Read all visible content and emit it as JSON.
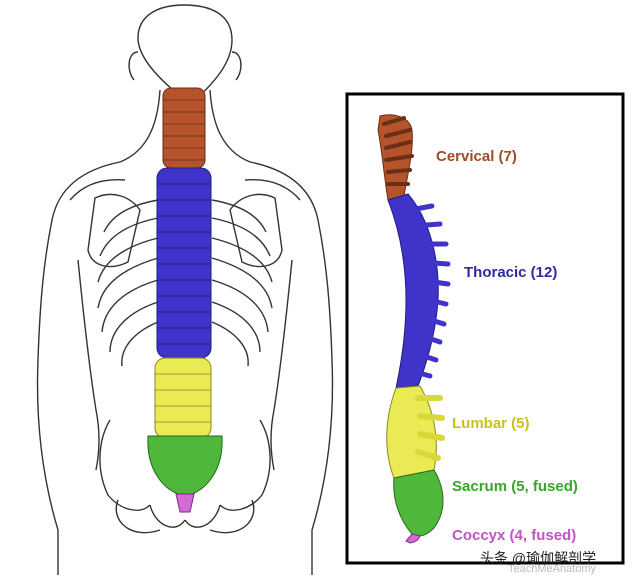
{
  "labels": {
    "cervical": "Cervical (7)",
    "thoracic": "Thoracic (12)",
    "lumbar": "Lumbar (5)",
    "sacrum": "Sacrum (5, fused)",
    "coccyx": "Coccyx (4, fused)"
  },
  "colors": {
    "cervical": "#b5532b",
    "thoracic": "#3f33c9",
    "lumbar": "#eaea55",
    "sacrum": "#4fb83c",
    "coccyx": "#d46ad6",
    "cervical_text": "#a04a26",
    "thoracic_text": "#2e2aa0",
    "lumbar_text": "#c9c21b",
    "sacrum_text": "#3aa52c",
    "coccyx_text": "#c451c6"
  },
  "watermark": {
    "author": "头条 @瑜伽解剖学",
    "source": "TeachMeAnatomy"
  }
}
